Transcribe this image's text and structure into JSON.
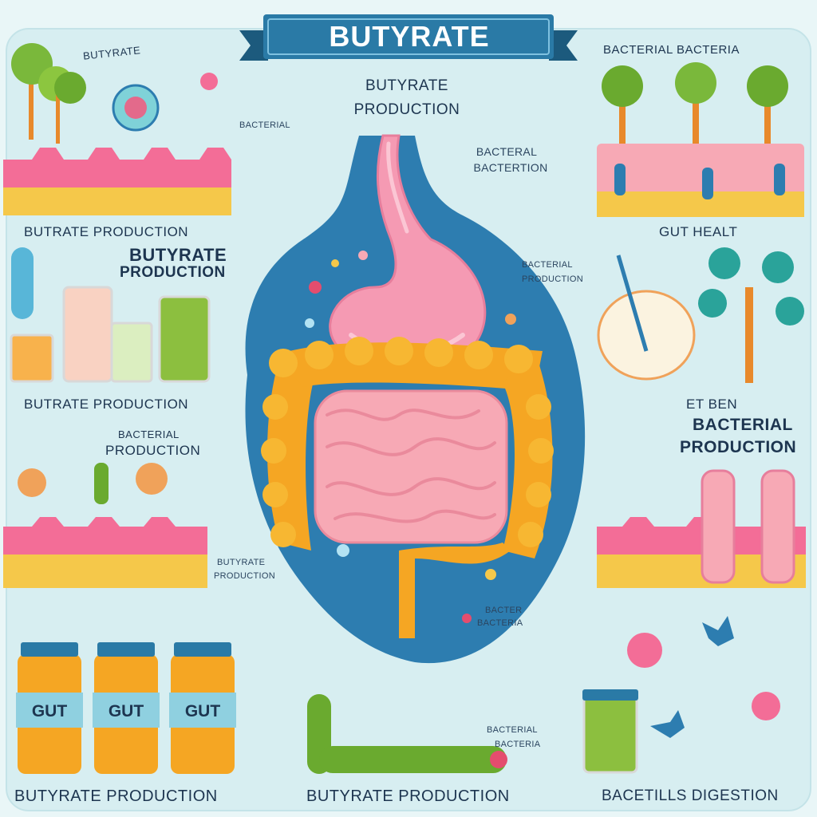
{
  "banner": {
    "title": "BUTYRATE"
  },
  "labels": {
    "top_left_scribble": "BUTYRATE",
    "top_right": "BACTERIAL BACTERIA",
    "center_title_line1": "BUTYRATE",
    "center_title_line2": "PRODUCTION",
    "scribble_left_center": "Bacterial",
    "bacterial_fermentation_line1": "BACTERAL",
    "bacterial_fermentation_line2": "BACTERTION",
    "left_panel1_caption": "BUTRATE PRODUCTION",
    "right_panel1_caption": "GUT HEALT",
    "left_panel2_title_line1": "BUTYRATE",
    "left_panel2_title_line2": "PRODUCTION",
    "right_scribble_line1": "Bacterial",
    "right_scribble_line2": "Production",
    "left_panel2_caption": "BUTRATE PRODUCTION",
    "right_panel2_caption": "ET BEN",
    "left_panel3_title_line1": "BACTERIAL",
    "left_panel3_title_line2": "PRODUCTION",
    "right_panel3_title_line1": "BACTERIAL",
    "right_panel3_title_line2": "PRODUCTION",
    "left_scribble_bottom_line1": "Butyrate",
    "left_scribble_bottom_line2": "Production",
    "center_scribble_line1": "Bacter",
    "center_scribble_line2": "Bacteria",
    "bottom_center_scribble_line1": "Bacterial",
    "bottom_center_scribble_line2": "Bacteria",
    "bottom_left_caption": "BUTYRATE PRODUCTION",
    "bottom_center_caption": "BUTYRATE PRODUCTION",
    "bottom_right_caption": "BACETILLS DIGESTION"
  },
  "jars": {
    "label": "GUT"
  },
  "colors": {
    "background": "#e9f6f7",
    "banner": "#2a7aa6",
    "banner_dark": "#1c5a7d",
    "body_blue": "#2d7db0",
    "stomach": "#f59ab3",
    "colon": "#f5a623",
    "small_intestine": "#f7a9b5",
    "tissue_pink": "#f36d97",
    "tissue_yellow": "#f5c84a",
    "text": "#1d3550"
  }
}
